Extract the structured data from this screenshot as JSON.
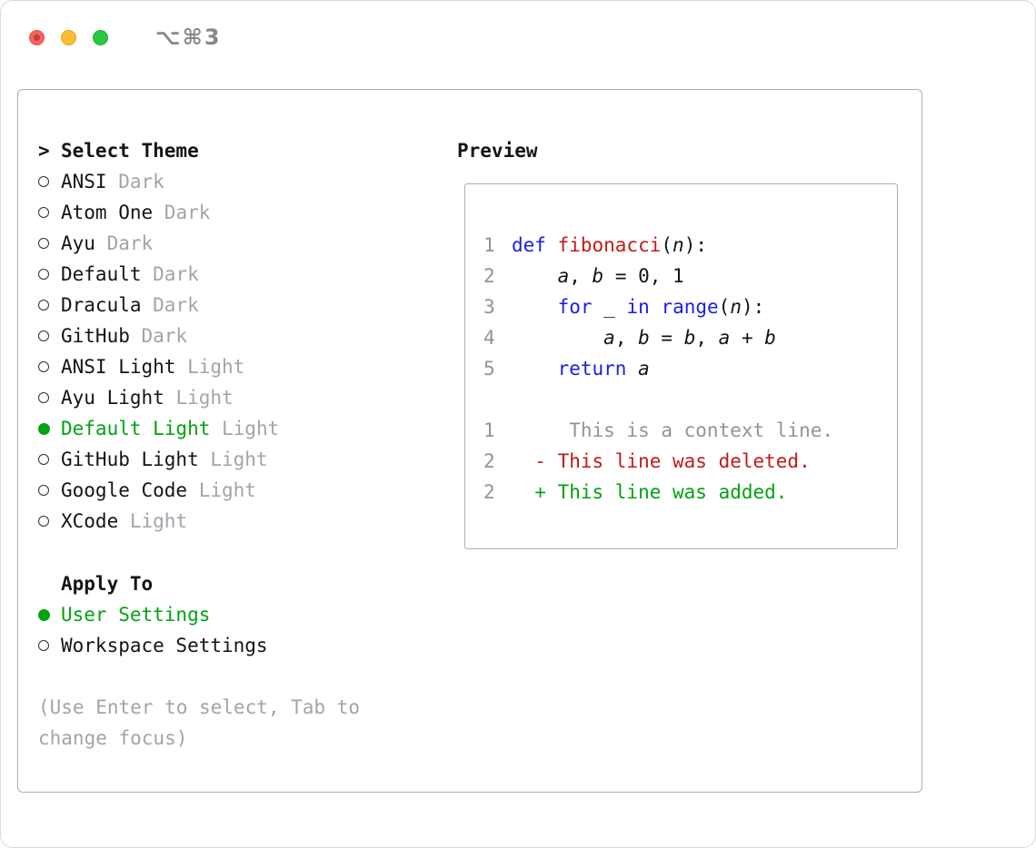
{
  "colors": {
    "accent_green": "#00A310",
    "keyword_blue": "#1C1CE8",
    "function_red": "#C41A16",
    "deleted_red": "#C41A16",
    "added_green": "#00A310",
    "muted_gray": "#9FA5AB",
    "context_gray": "#8F959B",
    "line_number_gray": "#8E949B",
    "text_black": "#141414"
  },
  "titlebar": {
    "title": "⌥⌘3"
  },
  "theme_picker": {
    "prompt": ">",
    "title": "Select Theme",
    "items": [
      {
        "name": "ANSI",
        "variant": "Dark",
        "selected": false
      },
      {
        "name": "Atom One",
        "variant": "Dark",
        "selected": false
      },
      {
        "name": "Ayu",
        "variant": "Dark",
        "selected": false
      },
      {
        "name": "Default",
        "variant": "Dark",
        "selected": false
      },
      {
        "name": "Dracula",
        "variant": "Dark",
        "selected": false
      },
      {
        "name": "GitHub",
        "variant": "Dark",
        "selected": false
      },
      {
        "name": "ANSI Light",
        "variant": "Light",
        "selected": false
      },
      {
        "name": "Ayu Light",
        "variant": "Light",
        "selected": false
      },
      {
        "name": "Default Light",
        "variant": "Light",
        "selected": true
      },
      {
        "name": "GitHub Light",
        "variant": "Light",
        "selected": false
      },
      {
        "name": "Google Code",
        "variant": "Light",
        "selected": false
      },
      {
        "name": "XCode",
        "variant": "Light",
        "selected": false
      }
    ],
    "apply_to": {
      "title": "Apply To",
      "options": [
        {
          "label": "User Settings",
          "selected": true
        },
        {
          "label": "Workspace Settings",
          "selected": false
        }
      ]
    },
    "hint": "(Use Enter to select, Tab to change focus)"
  },
  "preview": {
    "title": "Preview",
    "code_lines": [
      {
        "no": "1",
        "tokens": [
          [
            "kw",
            "def "
          ],
          [
            "fn",
            "fibonacci"
          ],
          [
            "pl",
            "("
          ],
          [
            "var",
            "n"
          ],
          [
            "pl",
            "):"
          ]
        ]
      },
      {
        "no": "2",
        "tokens": [
          [
            "pl",
            "    "
          ],
          [
            "var",
            "a"
          ],
          [
            "pl",
            ", "
          ],
          [
            "var",
            "b"
          ],
          [
            "pl",
            " = 0, 1"
          ]
        ]
      },
      {
        "no": "3",
        "tokens": [
          [
            "pl",
            "    "
          ],
          [
            "kw",
            "for"
          ],
          [
            "pl",
            " "
          ],
          [
            "var",
            "_"
          ],
          [
            "pl",
            " "
          ],
          [
            "kw",
            "in"
          ],
          [
            "pl",
            " "
          ],
          [
            "kw",
            "range"
          ],
          [
            "pl",
            "("
          ],
          [
            "var",
            "n"
          ],
          [
            "pl",
            "):"
          ]
        ]
      },
      {
        "no": "4",
        "tokens": [
          [
            "pl",
            "        "
          ],
          [
            "var",
            "a"
          ],
          [
            "pl",
            ", "
          ],
          [
            "var",
            "b"
          ],
          [
            "pl",
            " = "
          ],
          [
            "var",
            "b"
          ],
          [
            "pl",
            ", "
          ],
          [
            "var",
            "a"
          ],
          [
            "pl",
            " + "
          ],
          [
            "var",
            "b"
          ]
        ]
      },
      {
        "no": "5",
        "tokens": [
          [
            "pl",
            "    "
          ],
          [
            "kw",
            "return"
          ],
          [
            "pl",
            " "
          ],
          [
            "var",
            "a"
          ]
        ]
      }
    ],
    "diff_lines": [
      {
        "no": "1",
        "tokens": [
          [
            "ctx",
            "     This is a context line."
          ]
        ]
      },
      {
        "no": "2",
        "tokens": [
          [
            "del",
            "  - This line was deleted."
          ]
        ]
      },
      {
        "no": "2",
        "tokens": [
          [
            "add",
            "  + This line was added."
          ]
        ]
      }
    ]
  }
}
